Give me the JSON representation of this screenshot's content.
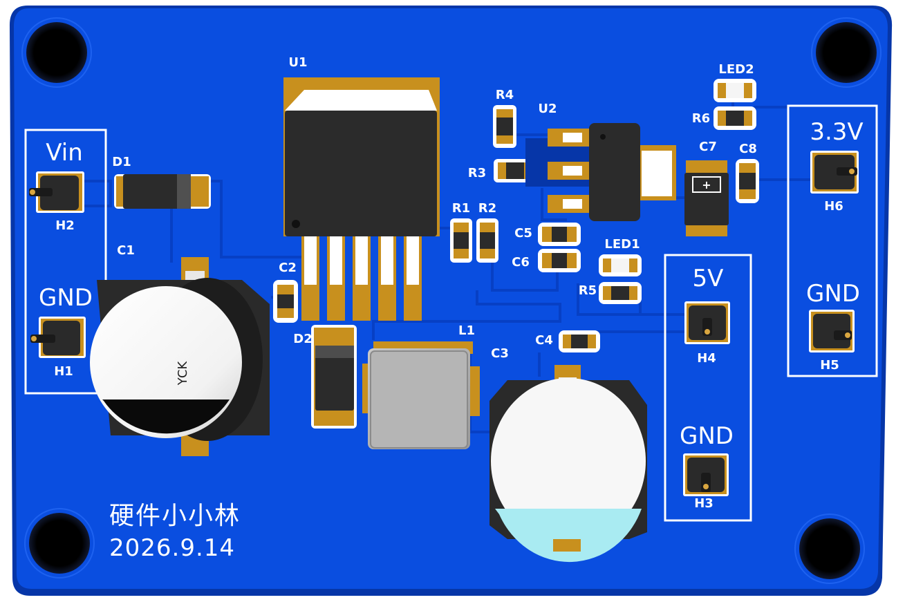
{
  "board": {
    "colors": {
      "pcb": "#0a4ee0",
      "pcb_edge": "#0636a8",
      "silk": "#ffffff",
      "copper": "#c8901e",
      "trace": "#0740c4",
      "component": "#2a2a2a"
    },
    "input": {
      "title": "Vin",
      "gnd": "GND",
      "pin1": "H2",
      "pin2": "H1"
    },
    "out5v": {
      "title": "5V",
      "gnd": "GND",
      "pin1": "H4",
      "pin2": "H3"
    },
    "out33v": {
      "title": "3.3V",
      "gnd": "GND",
      "pin1": "H6",
      "pin2": "H5"
    },
    "refs": {
      "u1": "U1",
      "u2": "U2",
      "d1": "D1",
      "d2": "D2",
      "l1": "L1",
      "c1": "C1",
      "c2": "C2",
      "c3": "C3",
      "c4": "C4",
      "c5": "C5",
      "c6": "C6",
      "c7": "C7",
      "c8": "C8",
      "r1": "R1",
      "r2": "R2",
      "r3": "R3",
      "r4": "R4",
      "r5": "R5",
      "r6": "R6",
      "led1": "LED1",
      "led2": "LED2"
    },
    "cap_marking": "YCK",
    "tantalum_marking": "+",
    "author": "硬件小小林",
    "date": "2026.9.14"
  }
}
